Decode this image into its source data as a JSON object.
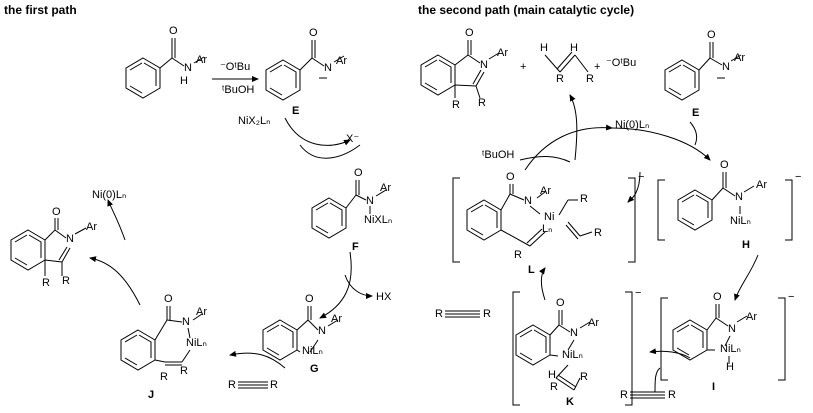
{
  "headings": {
    "first": "the first path",
    "second": "the second path (main catalytic cycle)"
  },
  "first_path": {
    "amide_O": "O",
    "amide_NH": "N",
    "amide_H": "H",
    "amide_Ar": "Ar",
    "base_top": "⁻OᵗBu",
    "base_bottom": "ᵗBuOH",
    "E_O": "O",
    "E_N": "N",
    "E_Ar": "Ar",
    "E_label": "E",
    "nix": "NiX₂Lₙ",
    "x_minus": "X⁻",
    "F_O": "O",
    "F_N": "N",
    "F_Ar": "Ar",
    "F_Ni": "NiXLₙ",
    "F_label": "F",
    "hx": "HX",
    "G_O": "O",
    "G_N": "N",
    "G_Ar": "Ar",
    "G_Ni": "NiLₙ",
    "G_label": "G",
    "J_O": "O",
    "J_N": "N",
    "J_Ar": "Ar",
    "J_Ni": "NiLₙ",
    "J_R1": "R",
    "J_R2": "R",
    "J_label": "J",
    "alkyne_R1": "R",
    "alkyne_R2": "R",
    "ni0": "Ni(0)Lₙ",
    "prod_O": "O",
    "prod_N": "N",
    "prod_Ar": "Ar",
    "prod_R1": "R",
    "prod_R2": "R"
  },
  "second_path": {
    "prod_O": "O",
    "prod_N": "N",
    "prod_Ar": "Ar",
    "prod_R1": "R",
    "prod_R2": "R",
    "plus1": "+",
    "plus2": "+",
    "alkene_H1": "H",
    "alkene_H2": "H",
    "alkene_R1": "R",
    "alkene_R2": "R",
    "base": "⁻OᵗBu",
    "E_O": "O",
    "E_N": "N",
    "E_Ar": "Ar",
    "E_label": "E",
    "ni0": "Ni(0)Lₙ",
    "tbuoh": "ᵗBuOH",
    "L_O": "O",
    "L_N": "N",
    "L_Ar": "Ar",
    "L_Ni": "Ni",
    "L_Ln": "Lₙ",
    "L_R1": "R",
    "L_R2": "R",
    "L_R3": "R",
    "L_label": "L",
    "H_O": "O",
    "H_N": "N",
    "H_Ar": "Ar",
    "H_Ni": "NiLₙ",
    "H_label": "H",
    "alkyne1_R1": "R",
    "alkyne1_R2": "R",
    "K_O": "O",
    "K_N": "N",
    "K_Ar": "Ar",
    "K_Ni": "NiLₙ",
    "K_H": "H",
    "K_R1": "R",
    "K_R2": "R",
    "K_label": "K",
    "I_O": "O",
    "I_N": "N",
    "I_Ar": "Ar",
    "I_Ni": "NiLₙ",
    "I_H": "H",
    "I_label": "I",
    "alkyne2_R1": "R",
    "alkyne2_R2": "R",
    "minus": "−"
  },
  "colors": {
    "ink": "#000000",
    "background": "#ffffff"
  }
}
